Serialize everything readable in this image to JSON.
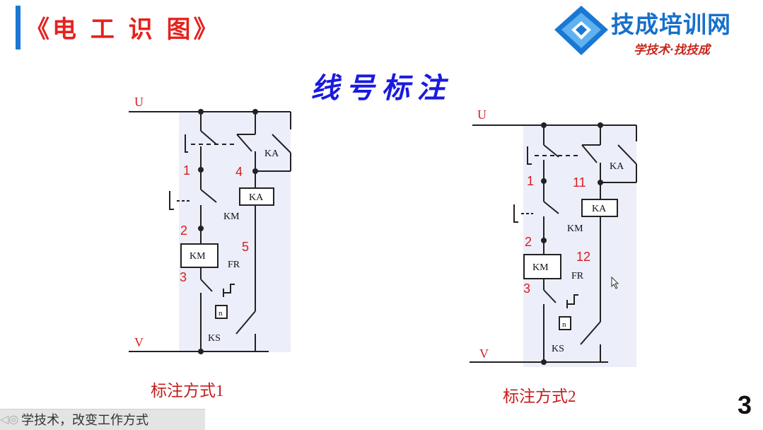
{
  "header": {
    "course_title": "《电 工 识 图》",
    "logo_name": "技成培训网",
    "logo_slogan": "学技术·找技成",
    "logo_icon": "diamond-logo-icon",
    "accent": "#1a78d4"
  },
  "slide": {
    "title": "线号标注",
    "page_number": "3"
  },
  "diagrams": [
    {
      "caption": "标注方式1",
      "rail_top": "U",
      "rail_bottom": "V",
      "wire_numbers": [
        "1",
        "2",
        "3",
        "4",
        "5"
      ],
      "components": {
        "ka_contact": "KA",
        "ka_coil": "KA",
        "km_contact": "KM",
        "km_coil": "KM",
        "fr": "FR",
        "ks": "KS",
        "ks_box": "n"
      }
    },
    {
      "caption": "标注方式2",
      "rail_top": "U",
      "rail_bottom": "V",
      "wire_numbers": [
        "1",
        "2",
        "3",
        "11",
        "12"
      ],
      "components": {
        "ka_contact": "KA",
        "ka_coil": "KA",
        "km_contact": "KM",
        "km_coil": "KM",
        "fr": "FR",
        "ks": "KS",
        "ks_box": "n"
      }
    }
  ],
  "footer": {
    "text": "学技术，改变工作方式"
  },
  "colors": {
    "title_red": "#e5221d",
    "title_blue": "#1a1ae0",
    "wire_number_red": "#d42020",
    "diagram_background": "#eceef9"
  }
}
